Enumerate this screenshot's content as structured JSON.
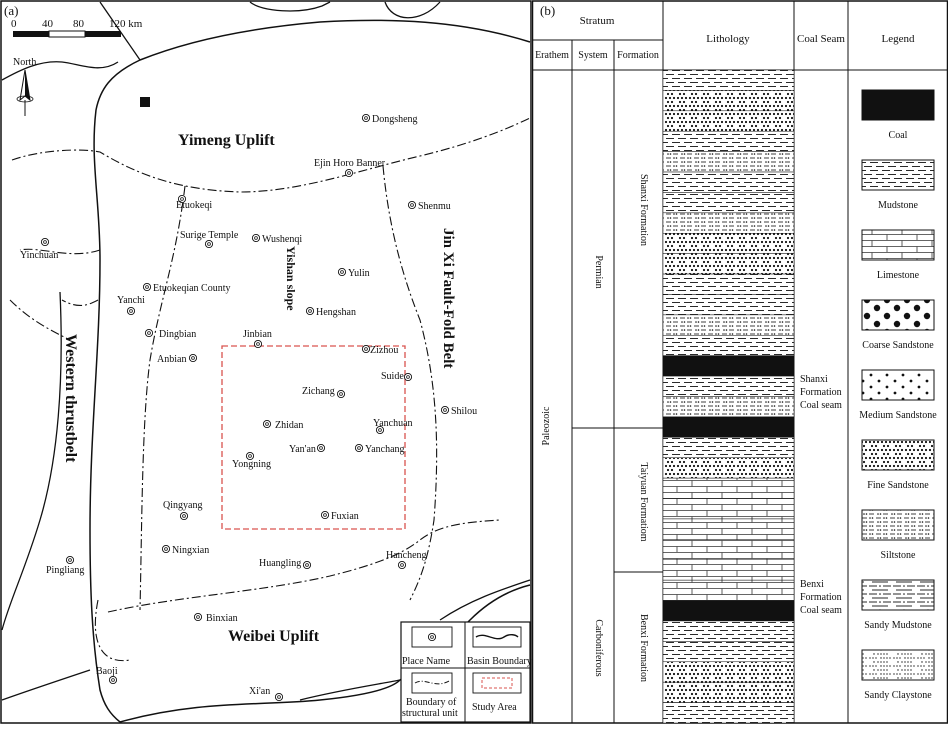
{
  "map": {
    "panel_label": "(a)",
    "scale": {
      "ticks": [
        "0",
        "40",
        "80",
        "120 km"
      ]
    },
    "north_label": "North",
    "regions": [
      {
        "id": "yimeng",
        "label": "Yimeng Uplift"
      },
      {
        "id": "weibei",
        "label": "Weibei Uplift"
      },
      {
        "id": "yishan",
        "label": "Yishan slope"
      },
      {
        "id": "western",
        "label": "Western thrustbelt"
      },
      {
        "id": "jinxi",
        "label": "Jin Xi Fault-Fold Belt"
      }
    ],
    "places": [
      {
        "name": "Dongsheng"
      },
      {
        "name": "Ejin Horo Banner"
      },
      {
        "name": "Shenmu"
      },
      {
        "name": "Etuokeqi"
      },
      {
        "name": "Surige Temple"
      },
      {
        "name": "Wushenqi"
      },
      {
        "name": "Yinchuan"
      },
      {
        "name": "Yulin"
      },
      {
        "name": "Yanchi"
      },
      {
        "name": "Etuokeqian County"
      },
      {
        "name": "Hengshan"
      },
      {
        "name": "Dingbian"
      },
      {
        "name": "Jinbian"
      },
      {
        "name": "Zizhou"
      },
      {
        "name": "Anbian"
      },
      {
        "name": "Suide"
      },
      {
        "name": "Zichang"
      },
      {
        "name": "Shilou"
      },
      {
        "name": "Zhidan"
      },
      {
        "name": "Yanchuan"
      },
      {
        "name": "Yan'an"
      },
      {
        "name": "Yanchang"
      },
      {
        "name": "Yongning"
      },
      {
        "name": "Qingyang"
      },
      {
        "name": "Fuxian"
      },
      {
        "name": "Ningxian"
      },
      {
        "name": "Hancheng"
      },
      {
        "name": "Pingliang"
      },
      {
        "name": "Huangling"
      },
      {
        "name": "Binxian"
      },
      {
        "name": "Baoji"
      },
      {
        "name": "Xi'an"
      }
    ],
    "key": {
      "place_name": "Place Name",
      "basin_boundary": "Basin Boundary",
      "structural_line1": "Boundary of",
      "structural_line2": "structural unit",
      "study_area": "Study Area"
    }
  },
  "column": {
    "panel_label": "(b)",
    "headers": {
      "stratum": "Stratum",
      "erathem": "Erathem",
      "system": "System",
      "formation": "Formation",
      "lithology": "Lithology",
      "coal_seam": "Coal Seam",
      "legend": "Legend"
    },
    "erathem": "Paleozoic",
    "systems": [
      "Permian",
      "Carboniferous"
    ],
    "formations": [
      "Shanxi Formation",
      "Taiyuan Formatiom",
      "Benxi Formation"
    ],
    "coal_seams": [
      {
        "lines": [
          "Shanxi",
          "Formation",
          "Coal seam"
        ]
      },
      {
        "lines": [
          "Benxi",
          "Formation",
          "Coal seam"
        ]
      }
    ],
    "legend_items": [
      {
        "pattern": "coal",
        "label": "Coal"
      },
      {
        "pattern": "mudstone",
        "label": "Mudstone"
      },
      {
        "pattern": "limestone",
        "label": "Limestone"
      },
      {
        "pattern": "coarse",
        "label": "Coarse Sandstone"
      },
      {
        "pattern": "medium",
        "label": "Medium Sandstone"
      },
      {
        "pattern": "fine",
        "label": "Fine Sandstone"
      },
      {
        "pattern": "siltstone",
        "label": "Siltstone"
      },
      {
        "pattern": "sandymud",
        "label": "Sandy Mudstone"
      },
      {
        "pattern": "sandyclay",
        "label": "Sandy Claystone"
      }
    ],
    "lithology_column": [
      {
        "pattern": "mudstone",
        "units": 1
      },
      {
        "pattern": "fine",
        "units": 1
      },
      {
        "pattern": "fine",
        "units": 1
      },
      {
        "pattern": "mudstone",
        "units": 1
      },
      {
        "pattern": "siltstone",
        "units": 1
      },
      {
        "pattern": "mudstone",
        "units": 1
      },
      {
        "pattern": "mudstone",
        "units": 1
      },
      {
        "pattern": "siltstone",
        "units": 1
      },
      {
        "pattern": "fine",
        "units": 1
      },
      {
        "pattern": "fine",
        "units": 1
      },
      {
        "pattern": "mudstone",
        "units": 1
      },
      {
        "pattern": "mudstone",
        "units": 1
      },
      {
        "pattern": "siltstone",
        "units": 1
      },
      {
        "pattern": "mudstone",
        "units": 1
      },
      {
        "pattern": "coal",
        "units": 1
      },
      {
        "pattern": "mudstone",
        "units": 1
      },
      {
        "pattern": "siltstone",
        "units": 1
      },
      {
        "pattern": "coal",
        "units": 1
      },
      {
        "pattern": "mudstone",
        "units": 1
      },
      {
        "pattern": "fine",
        "units": 1
      },
      {
        "pattern": "limestone",
        "units": 1
      },
      {
        "pattern": "limestone",
        "units": 1
      },
      {
        "pattern": "limestone",
        "units": 1
      },
      {
        "pattern": "limestone",
        "units": 1
      },
      {
        "pattern": "limestone",
        "units": 1
      },
      {
        "pattern": "limestone",
        "units": 1
      },
      {
        "pattern": "coal",
        "units": 1
      },
      {
        "pattern": "mudstone",
        "units": 1
      },
      {
        "pattern": "mudstone",
        "units": 1
      },
      {
        "pattern": "fine",
        "units": 1
      },
      {
        "pattern": "fine",
        "units": 1
      },
      {
        "pattern": "mudstone",
        "units": 1
      }
    ]
  }
}
